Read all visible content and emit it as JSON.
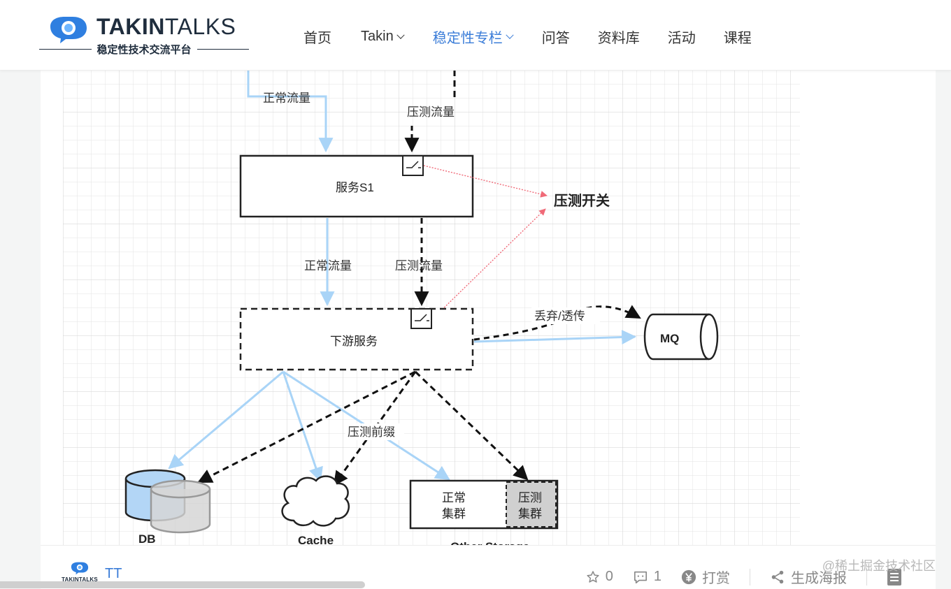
{
  "site": {
    "logo_wordmark_bold": "TAKIN",
    "logo_wordmark_thin": "TALKS",
    "logo_tagline": "稳定性技术交流平台",
    "brand_color": "#2f7fe0"
  },
  "nav": {
    "items": [
      {
        "label": "首页",
        "has_dropdown": false,
        "active": false
      },
      {
        "label": "Takin",
        "has_dropdown": true,
        "active": false
      },
      {
        "label": "稳定性专栏",
        "has_dropdown": true,
        "active": true
      },
      {
        "label": "问答",
        "has_dropdown": false,
        "active": false
      },
      {
        "label": "资料库",
        "has_dropdown": false,
        "active": false
      },
      {
        "label": "活动",
        "has_dropdown": false,
        "active": false
      },
      {
        "label": "课程",
        "has_dropdown": false,
        "active": false
      }
    ],
    "active_color": "#3b7dd8"
  },
  "diagram": {
    "top_normal_flow": "正常流量",
    "top_stress_flow": "压测流量",
    "service_s1": "服务S1",
    "stress_switch": "压测开关",
    "mid_normal_flow": "正常流量",
    "mid_stress_flow": "压测流量",
    "downstream_service": "下游服务",
    "discard_passthrough": "丢弃/透传",
    "mq": "MQ",
    "stress_prefix": "压测前缀",
    "db": "DB",
    "cache": "Cache",
    "normal_cluster": [
      "正常",
      "集群"
    ],
    "stress_cluster": [
      "压测",
      "集群"
    ],
    "other_storage": "Other Storage",
    "colors": {
      "normal_flow": "#a9d4f7",
      "stress_flow": "#111111",
      "switch_link": "#f06a78",
      "db_fill": "#b3d6f6",
      "db_shadow": "#d6d6d6",
      "stress_cluster_fill": "#d0d0d0"
    }
  },
  "footer": {
    "author_logo_text": "TAKINTALKS",
    "author_name": "TT",
    "star_icon": "star-icon",
    "star_count": "0",
    "comment_icon": "comment-icon",
    "comment_count": "1",
    "reward_icon": "yen-icon",
    "reward_label": "打赏",
    "share_icon": "share-icon",
    "share_label": "生成海报",
    "menu_icon": "document-icon"
  },
  "watermark": "@稀土掘金技术社区"
}
